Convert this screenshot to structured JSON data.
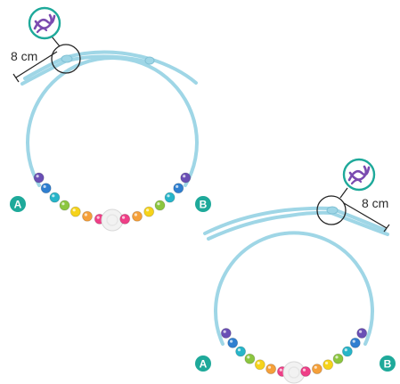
{
  "figure": {
    "cord_color": "#9fd6e6",
    "cord_shade": "#7fc0d4",
    "badge_color": "#1ea99a",
    "icon_color": "#7b4bb0",
    "icon_ring_color": "#1ea99a",
    "bead_colors": [
      "#6a4fb5",
      "#2f7fd0",
      "#27b5c9",
      "#8cc63f",
      "#f6d31a",
      "#f5a03a",
      "#ef3f87"
    ],
    "center_bead_color": "#f2f2f2"
  },
  "bracelet_a": {
    "measure_label": "8 cm",
    "end_a_label": "A",
    "end_b_label": "B",
    "knot_icon": "knot-icon"
  },
  "bracelet_b": {
    "measure_label": "8 cm",
    "end_a_label": "A",
    "end_b_label": "B",
    "knot_icon": "knot-icon"
  }
}
